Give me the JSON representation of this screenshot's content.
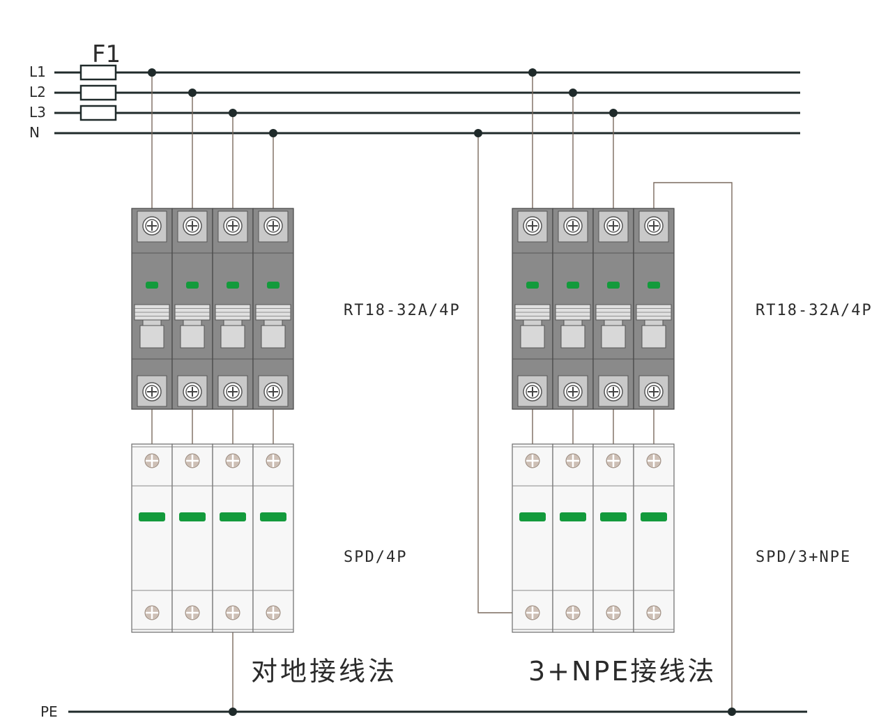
{
  "fuse": {
    "label": "F1"
  },
  "buses": [
    {
      "id": "L1",
      "label": "L1"
    },
    {
      "id": "L2",
      "label": "L2"
    },
    {
      "id": "L3",
      "label": "L3"
    },
    {
      "id": "N",
      "label": "N"
    }
  ],
  "pe": {
    "label": "PE"
  },
  "left_group": {
    "breaker_label": "RT18-32A/4P",
    "spd_label": "SPD/4P",
    "title": "对地接线法"
  },
  "right_group": {
    "breaker_label": "RT18-32A/4P",
    "spd_label": "SPD/3+NPE",
    "title": "3+NPE接线法"
  },
  "colors": {
    "bus_line": "#1f2a2a",
    "wire": "#7a6a5e",
    "breaker_body": "#8a8a8a",
    "breaker_terminal": "#c9c9c9",
    "indicator_green": "#139a3c",
    "spd_body": "#f7f7f7"
  }
}
